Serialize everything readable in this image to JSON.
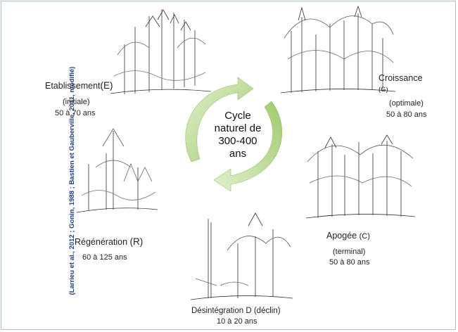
{
  "center": {
    "line1": "Cycle",
    "line2": "naturel de",
    "line3": "300-400",
    "line4": "ans"
  },
  "citation": "(Larrieu et al., 2012 ; Gonin, 1988 ; Bastien et Gauberville, 2011, modifié)",
  "phases": {
    "etablissement": {
      "name": "Etablissement",
      "code": "(E)",
      "qualifier": "(initiale)",
      "duration": "50 à 70 ans"
    },
    "croissance": {
      "name": "Croissance",
      "code": "(G)",
      "qualifier": "(optimale)",
      "duration": "50 à 80 ans"
    },
    "apogee": {
      "name": "Apogée",
      "code": "(C)",
      "qualifier": "(terminal)",
      "duration": "50 à 80 ans"
    },
    "desintegration": {
      "name": "Désintégration D (déclin)",
      "duration": "10 à 20 ans"
    },
    "regeneration": {
      "name": "Régénération",
      "code": "(R)",
      "duration": "60 à 125 ans"
    }
  },
  "colors": {
    "arrow_fill": "#b9d88f",
    "arrow_light": "#e3f0cf",
    "citation": "#1f3f7a",
    "border": "#a9bfd6"
  },
  "icons": [
    "forest-establishment-icon",
    "forest-growth-icon",
    "forest-climax-icon",
    "forest-decline-icon",
    "forest-regeneration-icon"
  ]
}
